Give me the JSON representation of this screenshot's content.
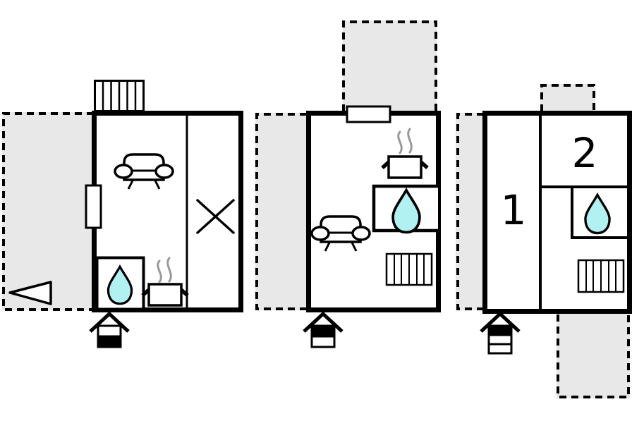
{
  "colors": {
    "background": "#ffffff",
    "wall": "#000000",
    "terrace_fill": "#e8e8e8",
    "water_drop_fill": "#b2f1f2",
    "steam": "#999999"
  },
  "rooms": {
    "room1_label": "1",
    "room2_label": "2"
  },
  "icons": {
    "sofa": "sofa-icon",
    "water_drop": "water-drop-icon",
    "cooking_pot": "cooking-pot-icon",
    "steam": "steam-icon",
    "stairs": "stairs-hatched-icon",
    "house_level": "house-floor-level-icon",
    "direction_arrow": "left-arrow-icon",
    "closed_area": "x-cross-icon"
  },
  "units": [
    {
      "id": "left-unit",
      "house_icon_fill": "bottom-half-black",
      "features": [
        "terrace-left-dashed",
        "left-arrow-on-terrace",
        "external-stairs-top",
        "sofa",
        "door-on-left-wall",
        "x-crossed-area-right",
        "bathroom-water-drop",
        "cooking-pot-with-steam",
        "entrance-house-icon-below"
      ]
    },
    {
      "id": "middle-unit",
      "house_icon_fill": "top-half-black",
      "features": [
        "terrace-above-dashed",
        "terrace-left-dashed",
        "window-on-top-wall",
        "cooking-pot-with-steam",
        "bathroom-water-drop",
        "sofa",
        "stairs-bottom-right",
        "entrance-house-icon-below"
      ]
    },
    {
      "id": "right-unit",
      "house_icon_fill": "top-third-black",
      "room_labels": [
        "1",
        "2"
      ],
      "features": [
        "terrace-left-dashed",
        "terrace-above-dashed",
        "bathroom-water-drop",
        "stairs-bottom-right",
        "terrace-below-dashed",
        "entrance-house-icon-below"
      ]
    }
  ]
}
